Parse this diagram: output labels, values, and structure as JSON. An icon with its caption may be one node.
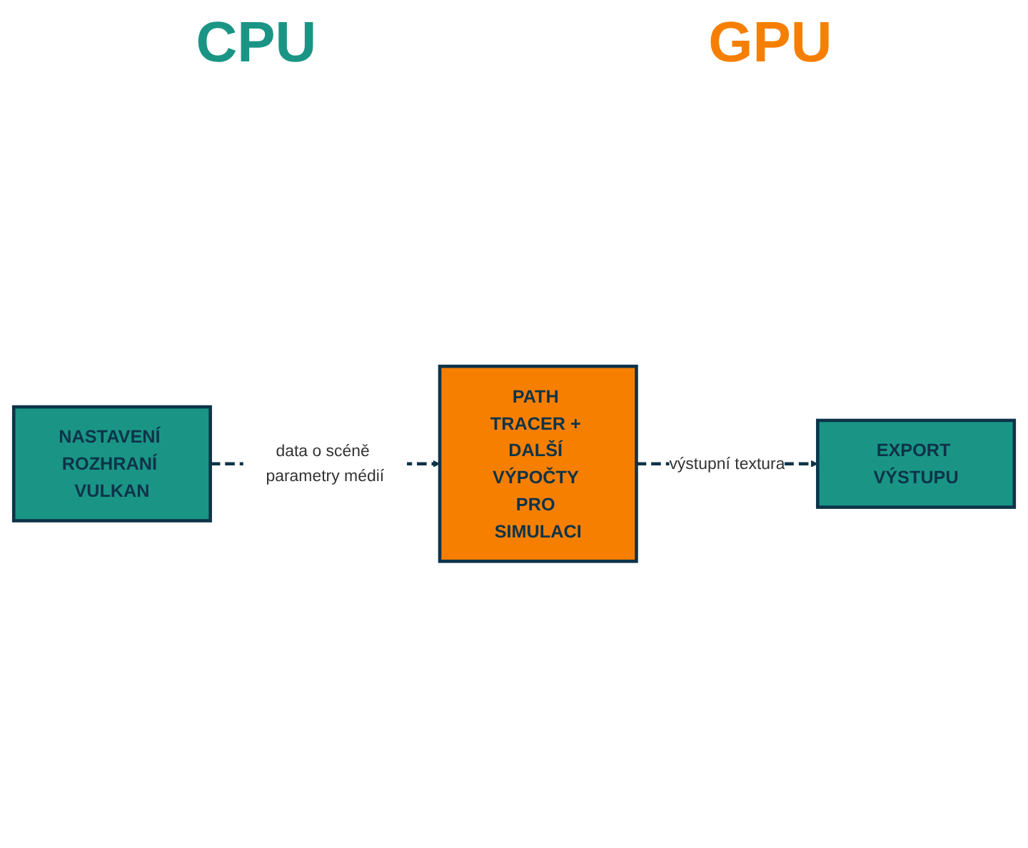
{
  "diagram": {
    "nodes": [
      {
        "text": [
          "NASTAVENÍ ROZHRANÍ VULKAN"
        ]
      },
      {
        "text": [
          "PATH TRACER + DALŠÍ VÝPOČTY PRO SIMULACI"
        ]
      },
      {
        "text": [
          "EXPORT VÝSTUPU"
        ]
      }
    ],
    "edges": [
      {
        "from": 0,
        "to": 1,
        "arrow": "to",
        "style": "dashed",
        "label": "data o scéně parametry médií"
      },
      {
        "from": 1,
        "to": 2,
        "arrow": "to",
        "style": "dashed",
        "label": "výstupní textura"
      }
    ],
    "labels": [
      "CPU",
      "GPU"
    ]
  }
}
